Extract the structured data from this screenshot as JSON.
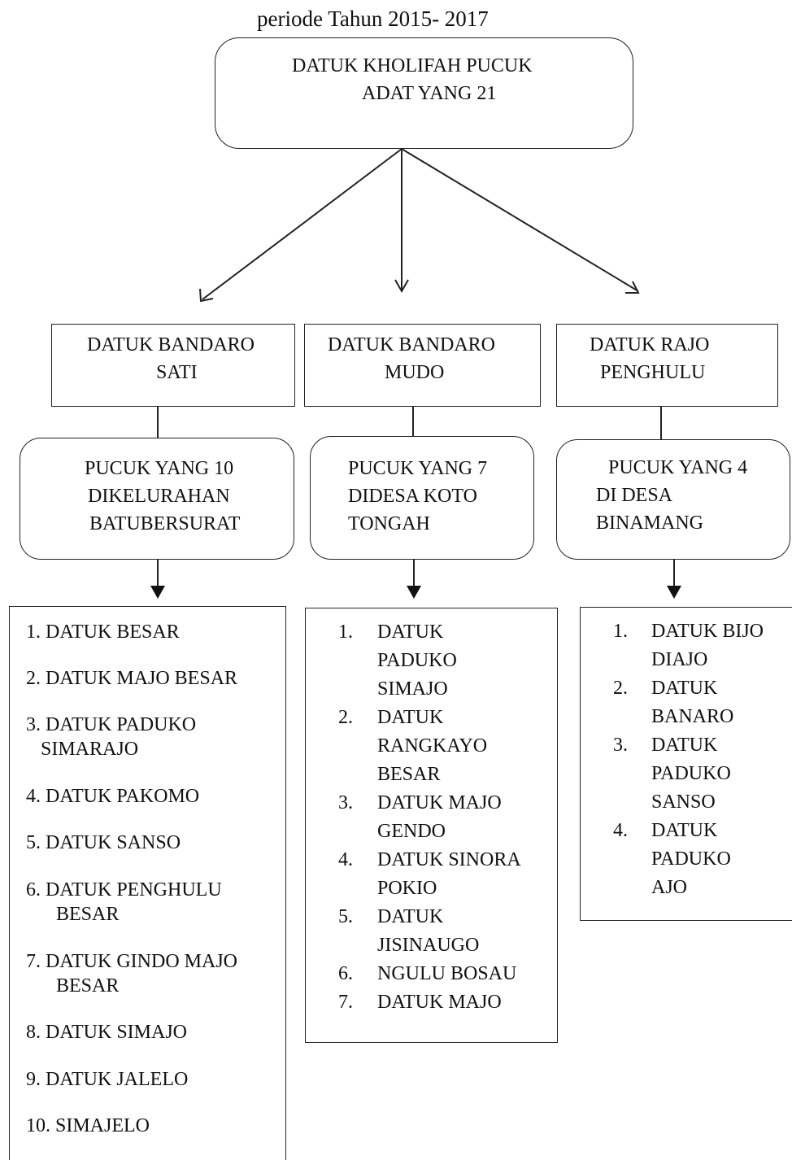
{
  "caption": "periode Tahun 2015- 2017",
  "root": {
    "line1": "DATUK KHOLIFAH PUCUK",
    "line2": "ADAT YANG 21"
  },
  "branches": [
    {
      "title": [
        "DATUK BANDARO",
        "SATI"
      ],
      "pucuk": [
        "PUCUK  YANG 10",
        "DIKELURAHAN",
        "BATUBERSURAT"
      ],
      "members": [
        [
          "1. DATUK BESAR"
        ],
        [
          "2. DATUK MAJO BESAR"
        ],
        [
          "3. DATUK PADUKO",
          "SIMARAJO"
        ],
        [
          "4. DATUK PAKOMO"
        ],
        [
          "5. DATUK SANSO"
        ],
        [
          "6. DATUK PENGHULU",
          "BESAR"
        ],
        [
          "7. DATUK GINDO MAJO",
          "BESAR"
        ],
        [
          "8. DATUK SIMAJO"
        ],
        [
          "9. DATUK JALELO"
        ],
        [
          "10. SIMAJELO"
        ]
      ]
    },
    {
      "title": [
        "DATUK BANDARO",
        "MUDO"
      ],
      "pucuk": [
        "PUCUK YANG 7",
        "DIDESA KOTO",
        "TONGAH"
      ],
      "members": [
        {
          "num": "1.",
          "lines": [
            "DATUK",
            "PADUKO",
            "SIMAJO"
          ]
        },
        {
          "num": "2.",
          "lines": [
            "DATUK",
            "RANGKAYO",
            "BESAR"
          ]
        },
        {
          "num": "3.",
          "lines": [
            "DATUK MAJO",
            "GENDO"
          ]
        },
        {
          "num": "4.",
          "lines": [
            "DATUK SINORA",
            "POKIO"
          ]
        },
        {
          "num": "5.",
          "lines": [
            "DATUK",
            "JISINAUGO"
          ]
        },
        {
          "num": "6.",
          "lines": [
            "NGULU BOSAU"
          ]
        },
        {
          "num": "7.",
          "lines": [
            "DATUK MAJO"
          ]
        }
      ]
    },
    {
      "title": [
        "DATUK RAJO",
        "PENGHULU"
      ],
      "pucuk": [
        "PUCUK YANG 4",
        "DI DESA",
        "BINAMANG"
      ],
      "members": [
        {
          "num": "1.",
          "lines": [
            "DATUK BIJO",
            "DIAJO"
          ]
        },
        {
          "num": "2.",
          "lines": [
            "DATUK",
            "BANARO"
          ]
        },
        {
          "num": "3.",
          "lines": [
            "DATUK",
            "PADUKO",
            "SANSO"
          ]
        },
        {
          "num": "4.",
          "lines": [
            "DATUK",
            "PADUKO",
            "AJO"
          ]
        }
      ]
    }
  ]
}
